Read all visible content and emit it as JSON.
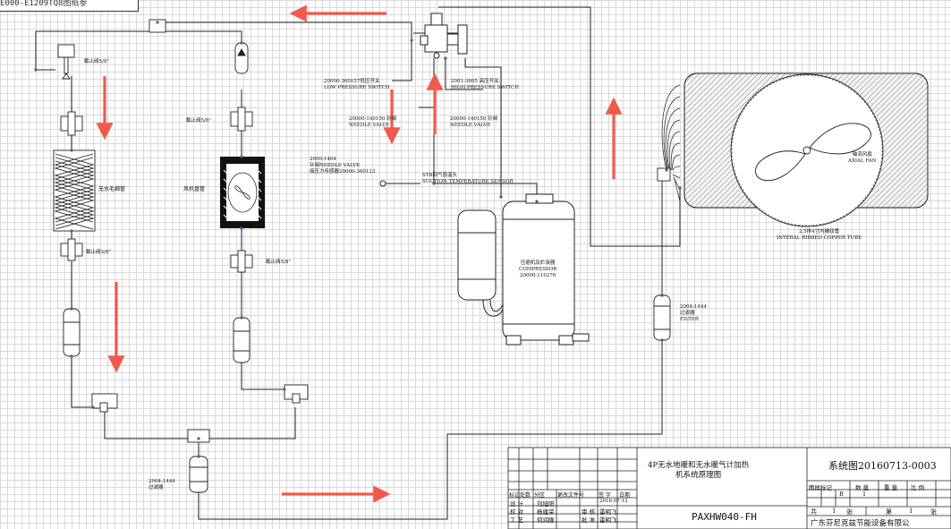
{
  "header": {
    "drawing_number_fragment": "E000-E1209TQ8图纸参"
  },
  "components": {
    "valve_top_left": "截止阀5/8\"",
    "capillary_tube": "无水毛细管",
    "valve_left_lower": "截止阀3/8\"",
    "valve_mid_upper": "截止阀5/8\"",
    "fan_coil": "风机盘管",
    "valve_mid_lower": "截止阀5/8\"",
    "filter_bottom": "2004-1444\n过滤器",
    "low_pressure_switch": "20000-360157低压开关\nLOW PRESSURE SWITCH",
    "needle_valve_left": "20000-140150 针阀\nNEEDLE VALVE",
    "needle_valve_sensor": "2000-1404\n针阀NEEDLE VALVE\n接压力传感器20000-360123",
    "high_pressure_switch": "2001-3605 高压开关\nHIGH PRESSURE SWITCH",
    "needle_valve_right": "20000-140150 针阀\nNEEDLE VALVE",
    "suction_sensor": "STB回气感温头\nSUCTION TEMPERATURE SENSOR",
    "compressor": "压缩机及贮液器\nCOMPRESSOR\n20000-110276",
    "filter_right": "2004-1444\n过滤器\nFILTER",
    "axial_fan": "轴流风扇\nAXIAL FAN",
    "copper_tube": "2.5排4寸内螺纹管\nINTERAL RIBBED COPPER TUBE"
  },
  "title_block": {
    "title": "4P无水地暖和无水暖气计加热\n机系统原理图",
    "drawing_code": "系统图20160713-0003",
    "model": "PAXHW040-FH",
    "company": "广东芬尼克兹节能设备有限公",
    "header_row": [
      "标记",
      "处数",
      "分区",
      "更改文件号",
      "签 字",
      "日期"
    ],
    "design_row": [
      "设 计",
      "刘旭阳",
      "",
      "",
      "2016.07.13"
    ],
    "check_row": [
      "校 对",
      "杨建荣",
      "审 核",
      "雷明飞"
    ],
    "craft_row": [
      "工 艺",
      "何润隆",
      "批 准",
      "雷明飞"
    ],
    "stage_header": [
      "图样标记",
      "数 量",
      "重 量",
      "比 例"
    ],
    "stage_row": [
      "",
      "B",
      "1",
      ""
    ],
    "sheet_row": [
      "共",
      "1",
      "张",
      "第",
      "1",
      "张"
    ]
  },
  "colors": {
    "flow_arrow": "#ef5a4c",
    "line": "#222222",
    "joint": "#3a5fb0",
    "grid": "#d9d9d9"
  }
}
